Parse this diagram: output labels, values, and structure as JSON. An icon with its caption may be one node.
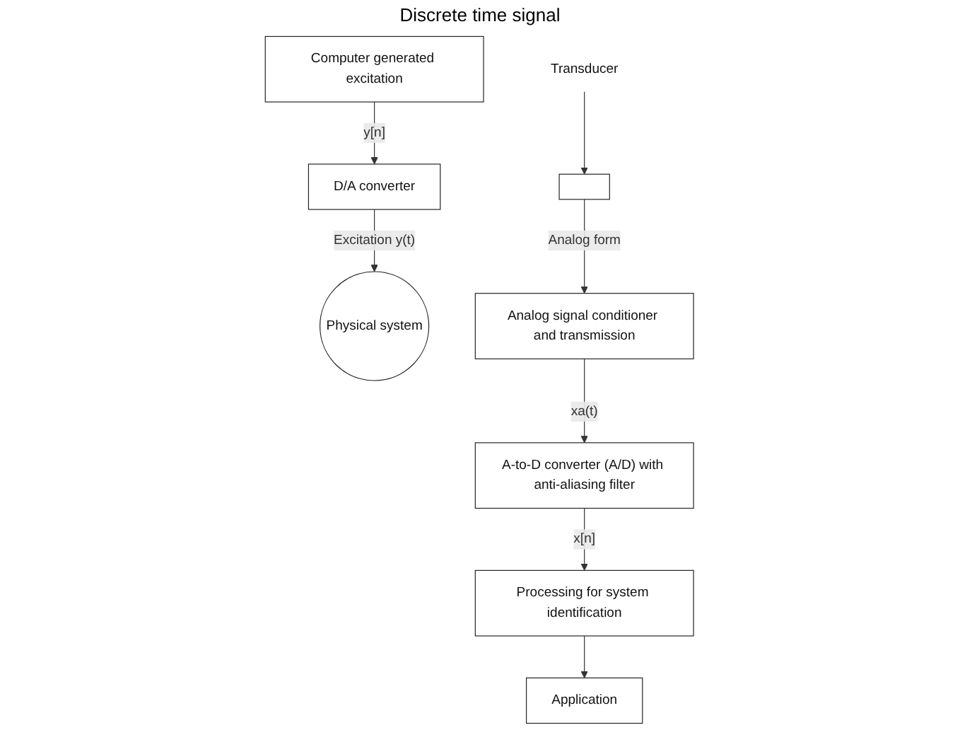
{
  "diagram": {
    "nodes": [
      {
        "text": [
          "Physical system"
        ]
      },
      {
        "text": [
          "Transducer"
        ]
      },
      {
        "text": [],
        "shape": "box"
      },
      {
        "text": [
          "Analog signal conditioner and transmission"
        ]
      },
      {
        "text": [
          "A-to-D converter (A/D) with anti-aliasing filter"
        ]
      },
      {
        "text": [
          "Processing for system identification"
        ]
      },
      {
        "text": [
          "Application"
        ]
      },
      {
        "text": [
          "D/A converter"
        ]
      },
      {
        "text": [
          "Computer generated excitation"
        ]
      }
    ],
    "edges": [
      {
        "from": 1,
        "to": 2,
        "arrow": "to"
      },
      {
        "from": 2,
        "to": 3,
        "arrow": "to",
        "label": "Analog form"
      },
      {
        "from": 3,
        "to": 4,
        "arrow": "to",
        "label": "xa(t)"
      },
      {
        "from": 4,
        "to": 5,
        "arrow": "to",
        "label": "x[n]"
      },
      {
        "from": 5,
        "to": 6,
        "arrow": "to"
      },
      {
        "from": 8,
        "to": 7,
        "arrow": "to",
        "label": "y[n]"
      },
      {
        "from": 7,
        "to": 0,
        "arrow": "to",
        "label": "Excitation y(t)"
      }
    ],
    "labels": [
      "Discrete time signal"
    ]
  }
}
